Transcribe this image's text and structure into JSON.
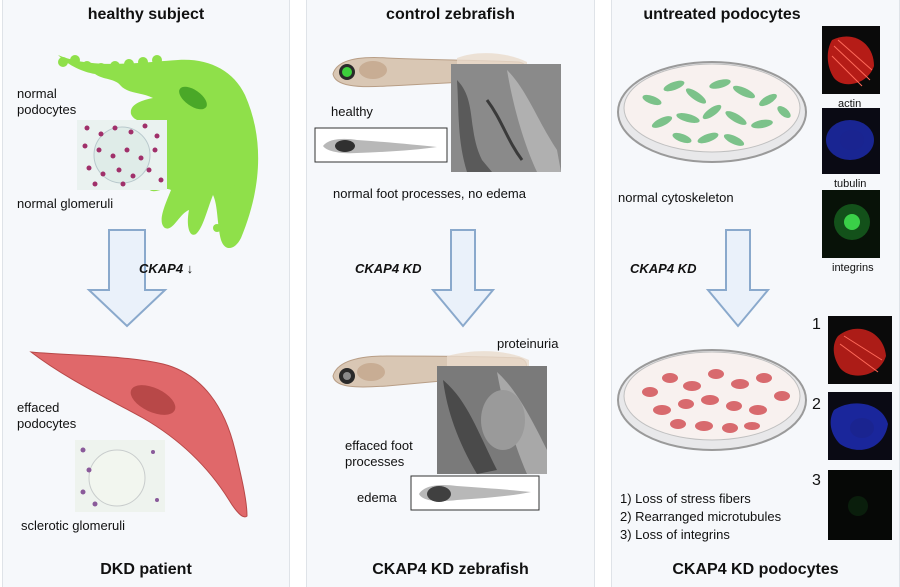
{
  "panels": {
    "healthy": {
      "title": "healthy subject",
      "bottom_title": "DKD patient",
      "label_normal_podocytes_1": "normal",
      "label_normal_podocytes_2": "podocytes",
      "label_normal_glomeruli": "normal glomeruli",
      "arrow_label": "CKAP4 ↓",
      "label_effaced_podocytes_1": "effaced",
      "label_effaced_podocytes_2": "podocytes",
      "label_sclerotic_glomeruli": "sclerotic glomeruli"
    },
    "zebrafish": {
      "title": "control zebrafish",
      "bottom_title": "CKAP4 KD zebrafish",
      "label_healthy": "healthy",
      "label_normal": "normal foot processes, no edema",
      "arrow_label": "CKAP4  KD",
      "label_proteinuria": "proteinuria",
      "label_effaced_1": "effaced foot",
      "label_effaced_2": "processes",
      "label_edema": "edema"
    },
    "podocytes": {
      "title": "untreated podocytes",
      "bottom_title": "CKAP4 KD podocytes",
      "label_normal_cytoskeleton": "normal cytoskeleton",
      "arrow_label": "CKAP4  KD",
      "stain_actin": "actin",
      "stain_tubulin": "tubulin",
      "stain_integrins": "integrins",
      "num_1": "1",
      "num_2": "2",
      "num_3": "3",
      "findings": [
        "1) Loss of stress fibers",
        "2) Rearranged microtubules",
        "3) Loss of integrins"
      ]
    }
  },
  "colors": {
    "healthy_cell": "#8fe04a",
    "diseased_cell": "#e0686a",
    "arrow_fill": "#eaf1fa",
    "arrow_stroke": "#8aa9cc",
    "actin": "#d4201a",
    "tubulin": "#2030c8",
    "integrins": "#22a030"
  }
}
